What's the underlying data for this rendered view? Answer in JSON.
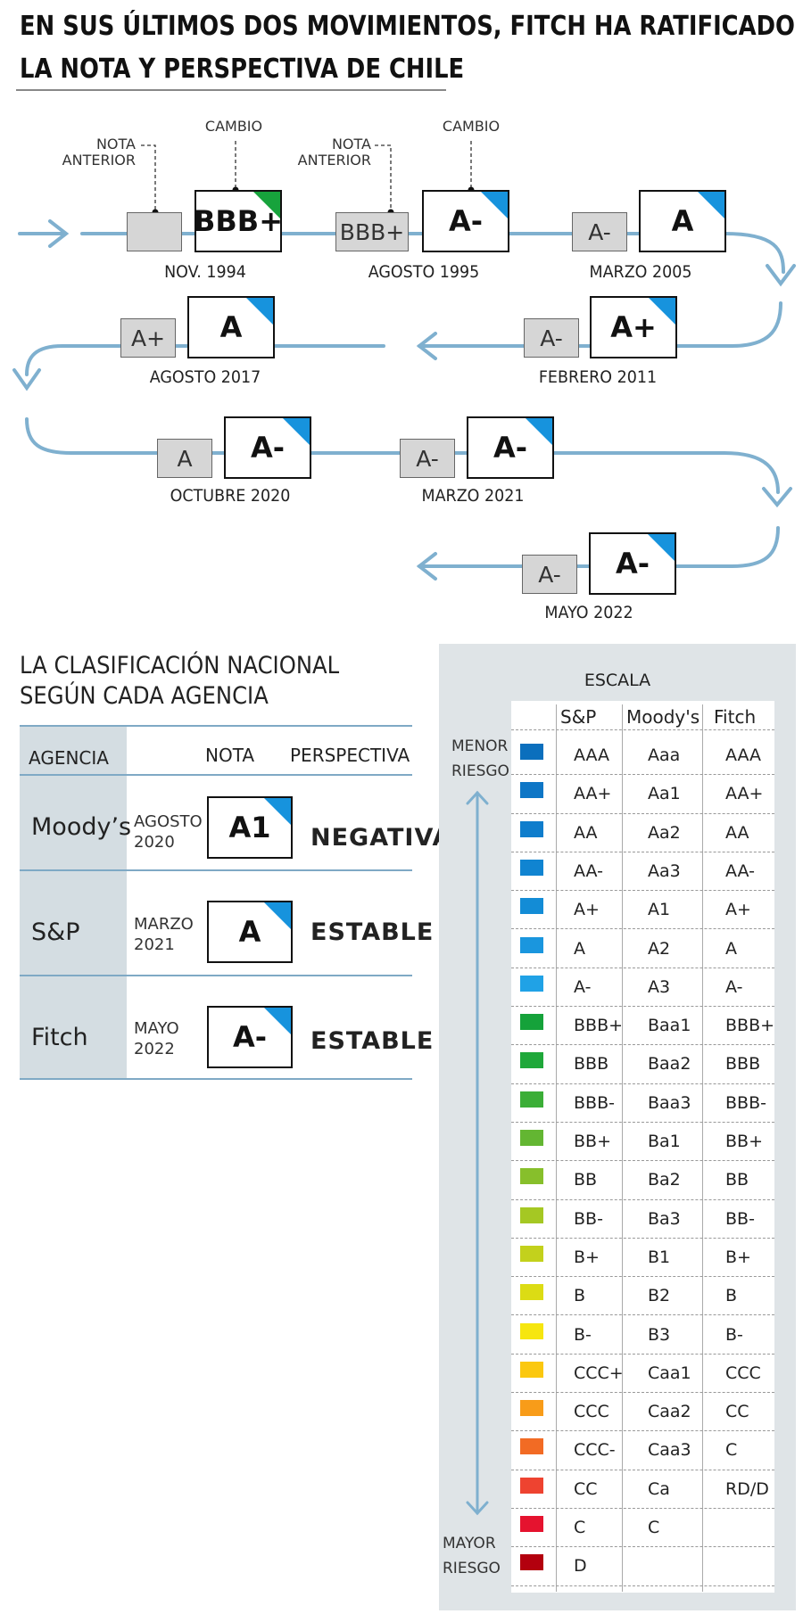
{
  "title": {
    "line1": "EN SUS ÚLTIMOS DOS MOVIMIENTOS, FITCH HA RATIFICADO",
    "line2": "LA NOTA Y PERSPECTIVA DE CHILE"
  },
  "timeline": {
    "annotation_nota_anterior": [
      "NOTA",
      "ANTERIOR"
    ],
    "annotation_cambio": "CAMBIO",
    "events": [
      {
        "date": "NOV. 1994",
        "previous": "",
        "new": "BBB+",
        "corner": "green"
      },
      {
        "date": "AGOSTO 1995",
        "previous": "BBB+",
        "new": "A-",
        "corner": "blue"
      },
      {
        "date": "MARZO 2005",
        "previous": "A-",
        "new": "A",
        "corner": "blue"
      },
      {
        "date": "FEBRERO 2011",
        "previous": "A-",
        "new": "A+",
        "corner": "blue"
      },
      {
        "date": "AGOSTO 2017",
        "previous": "A+",
        "new": "A",
        "corner": "blue"
      },
      {
        "date": "OCTUBRE 2020",
        "previous": "A",
        "new": "A-",
        "corner": "blue"
      },
      {
        "date": "MARZO 2021",
        "previous": "A-",
        "new": "A-",
        "corner": "blue"
      },
      {
        "date": "MAYO 2022",
        "previous": "A-",
        "new": "A-",
        "corner": "blue"
      }
    ]
  },
  "agencies": {
    "title_line1": "LA CLASIFICACIÓN NACIONAL",
    "title_line2": "SEGÚN CADA AGENCIA",
    "headers": {
      "agency": "AGENCIA",
      "rating": "NOTA",
      "outlook": "PERSPECTIVA"
    },
    "rows": [
      {
        "name": "Moody’s",
        "date_month": "AGOSTO",
        "date_year": "2020",
        "rating": "A1",
        "outlook": "NEGATIVA"
      },
      {
        "name": "S&P",
        "date_month": "MARZO",
        "date_year": "2021",
        "rating": "A",
        "outlook": "ESTABLE"
      },
      {
        "name": "Fitch",
        "date_month": "MAYO",
        "date_year": "2022",
        "rating": "A-",
        "outlook": "ESTABLE"
      }
    ]
  },
  "scale": {
    "title": "ESCALA",
    "headers": [
      "S&P",
      "Moody's",
      "Fitch"
    ],
    "low_risk": [
      "MENOR",
      "RIESGO"
    ],
    "high_risk": [
      "MAYOR",
      "RIESGO"
    ],
    "rows": [
      {
        "color": "#0b6fbd",
        "sp": "AAA",
        "moodys": "Aaa",
        "fitch": "AAA"
      },
      {
        "color": "#0e76c6",
        "sp": "AA+",
        "moodys": "Aa1",
        "fitch": "AA+"
      },
      {
        "color": "#0f7dcc",
        "sp": "AA",
        "moodys": "Aa2",
        "fitch": "AA"
      },
      {
        "color": "#1084d1",
        "sp": "AA-",
        "moodys": "Aa3",
        "fitch": "AA-"
      },
      {
        "color": "#138cd6",
        "sp": "A+",
        "moodys": "A1",
        "fitch": "A+"
      },
      {
        "color": "#1a96de",
        "sp": "A",
        "moodys": "A2",
        "fitch": "A"
      },
      {
        "color": "#20a2e6",
        "sp": "A-",
        "moodys": "A3",
        "fitch": "A-"
      },
      {
        "color": "#15a23a",
        "sp": "BBB+",
        "moodys": "Baa1",
        "fitch": "BBB+"
      },
      {
        "color": "#1fa83a",
        "sp": "BBB",
        "moodys": "Baa2",
        "fitch": "BBB"
      },
      {
        "color": "#3bae37",
        "sp": "BBB-",
        "moodys": "Baa3",
        "fitch": "BBB-"
      },
      {
        "color": "#63b632",
        "sp": "BB+",
        "moodys": "Ba1",
        "fitch": "BB+"
      },
      {
        "color": "#87bf2b",
        "sp": "BB",
        "moodys": "Ba2",
        "fitch": "BB"
      },
      {
        "color": "#a5c823",
        "sp": "BB-",
        "moodys": "Ba3",
        "fitch": "BB-"
      },
      {
        "color": "#c3d11c",
        "sp": "B+",
        "moodys": "B1",
        "fitch": "B+"
      },
      {
        "color": "#dcdc14",
        "sp": "B",
        "moodys": "B2",
        "fitch": "B"
      },
      {
        "color": "#f6e60f",
        "sp": "B-",
        "moodys": "B3",
        "fitch": "B-"
      },
      {
        "color": "#fbc80f",
        "sp": "CCC+",
        "moodys": "Caa1",
        "fitch": "CCC"
      },
      {
        "color": "#f89c19",
        "sp": "CCC",
        "moodys": "Caa2",
        "fitch": "CC"
      },
      {
        "color": "#f26b24",
        "sp": "CCC-",
        "moodys": "Caa3",
        "fitch": "C"
      },
      {
        "color": "#ee4330",
        "sp": "CC",
        "moodys": "Ca",
        "fitch": "RD/D"
      },
      {
        "color": "#e5132f",
        "sp": "C",
        "moodys": "C",
        "fitch": ""
      },
      {
        "color": "#b3000e",
        "sp": "D",
        "moodys": "",
        "fitch": ""
      }
    ]
  }
}
